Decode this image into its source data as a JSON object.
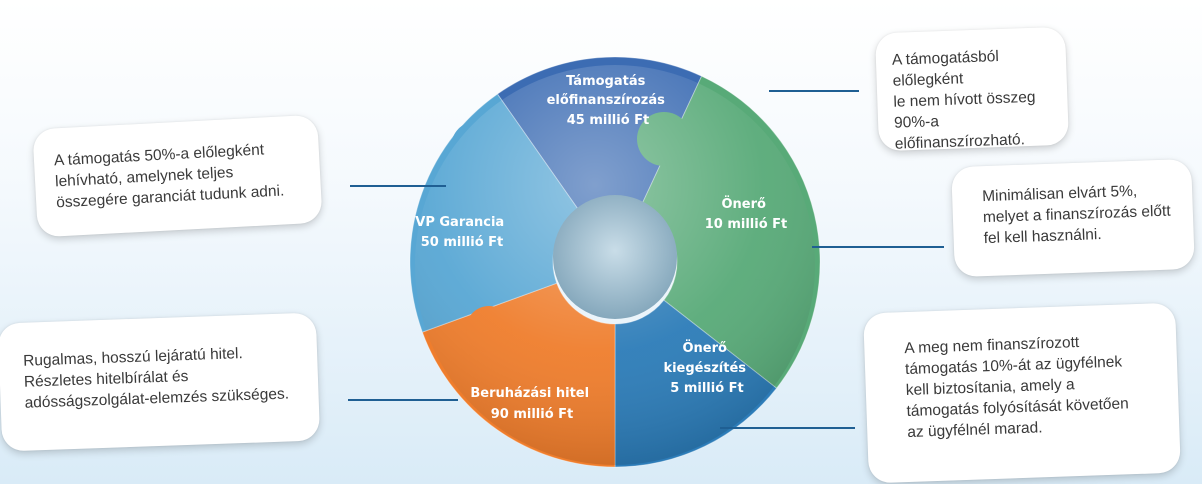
{
  "segments": {
    "tamogatas": {
      "line1": "Támogatás",
      "line2": "előfinanszírozás",
      "line3": "45 millió Ft",
      "color": "#3c6cb3"
    },
    "onero": {
      "line1": "Önerő",
      "line2": "10 millió Ft",
      "color": "#58aa78"
    },
    "onero_kieg": {
      "line1": "Önerő",
      "line2": "kiegészítés",
      "line3": "5 millió Ft",
      "color": "#2c7cb8"
    },
    "beruhazasi": {
      "line1": "Beruházási hitel",
      "line2": "90 millió Ft",
      "color": "#ef7d2c"
    },
    "vp_garancia": {
      "line1": "VP Garancia",
      "line2": "50 millió Ft",
      "color": "#58a7d4"
    }
  },
  "callouts": {
    "top_right": [
      "A támogatásból előlegként",
      "le nem hívott összeg",
      "90%-a előfinanszírozható."
    ],
    "top_left": [
      "A támogatás 50%-a előlegként",
      "lehívható, amelynek teljes",
      "összegére garanciát tudunk adni."
    ],
    "mid_right": [
      "Minimálisan elvárt 5%,",
      "melyet a finanszírozás előtt",
      "fel kell használni."
    ],
    "bottom_left": [
      "Rugalmas, hosszú lejáratú hitel.",
      "Részletes hitelbírálat és",
      "adósságszolgálat-elemzés szükséges."
    ],
    "bottom_right": [
      "A meg nem finanszírozott",
      "támogatás 10%-át az ügyfélnek",
      "kell biztosítania, amely a",
      "támogatás folyósítását követően",
      "az ügyfélnél marad."
    ]
  }
}
